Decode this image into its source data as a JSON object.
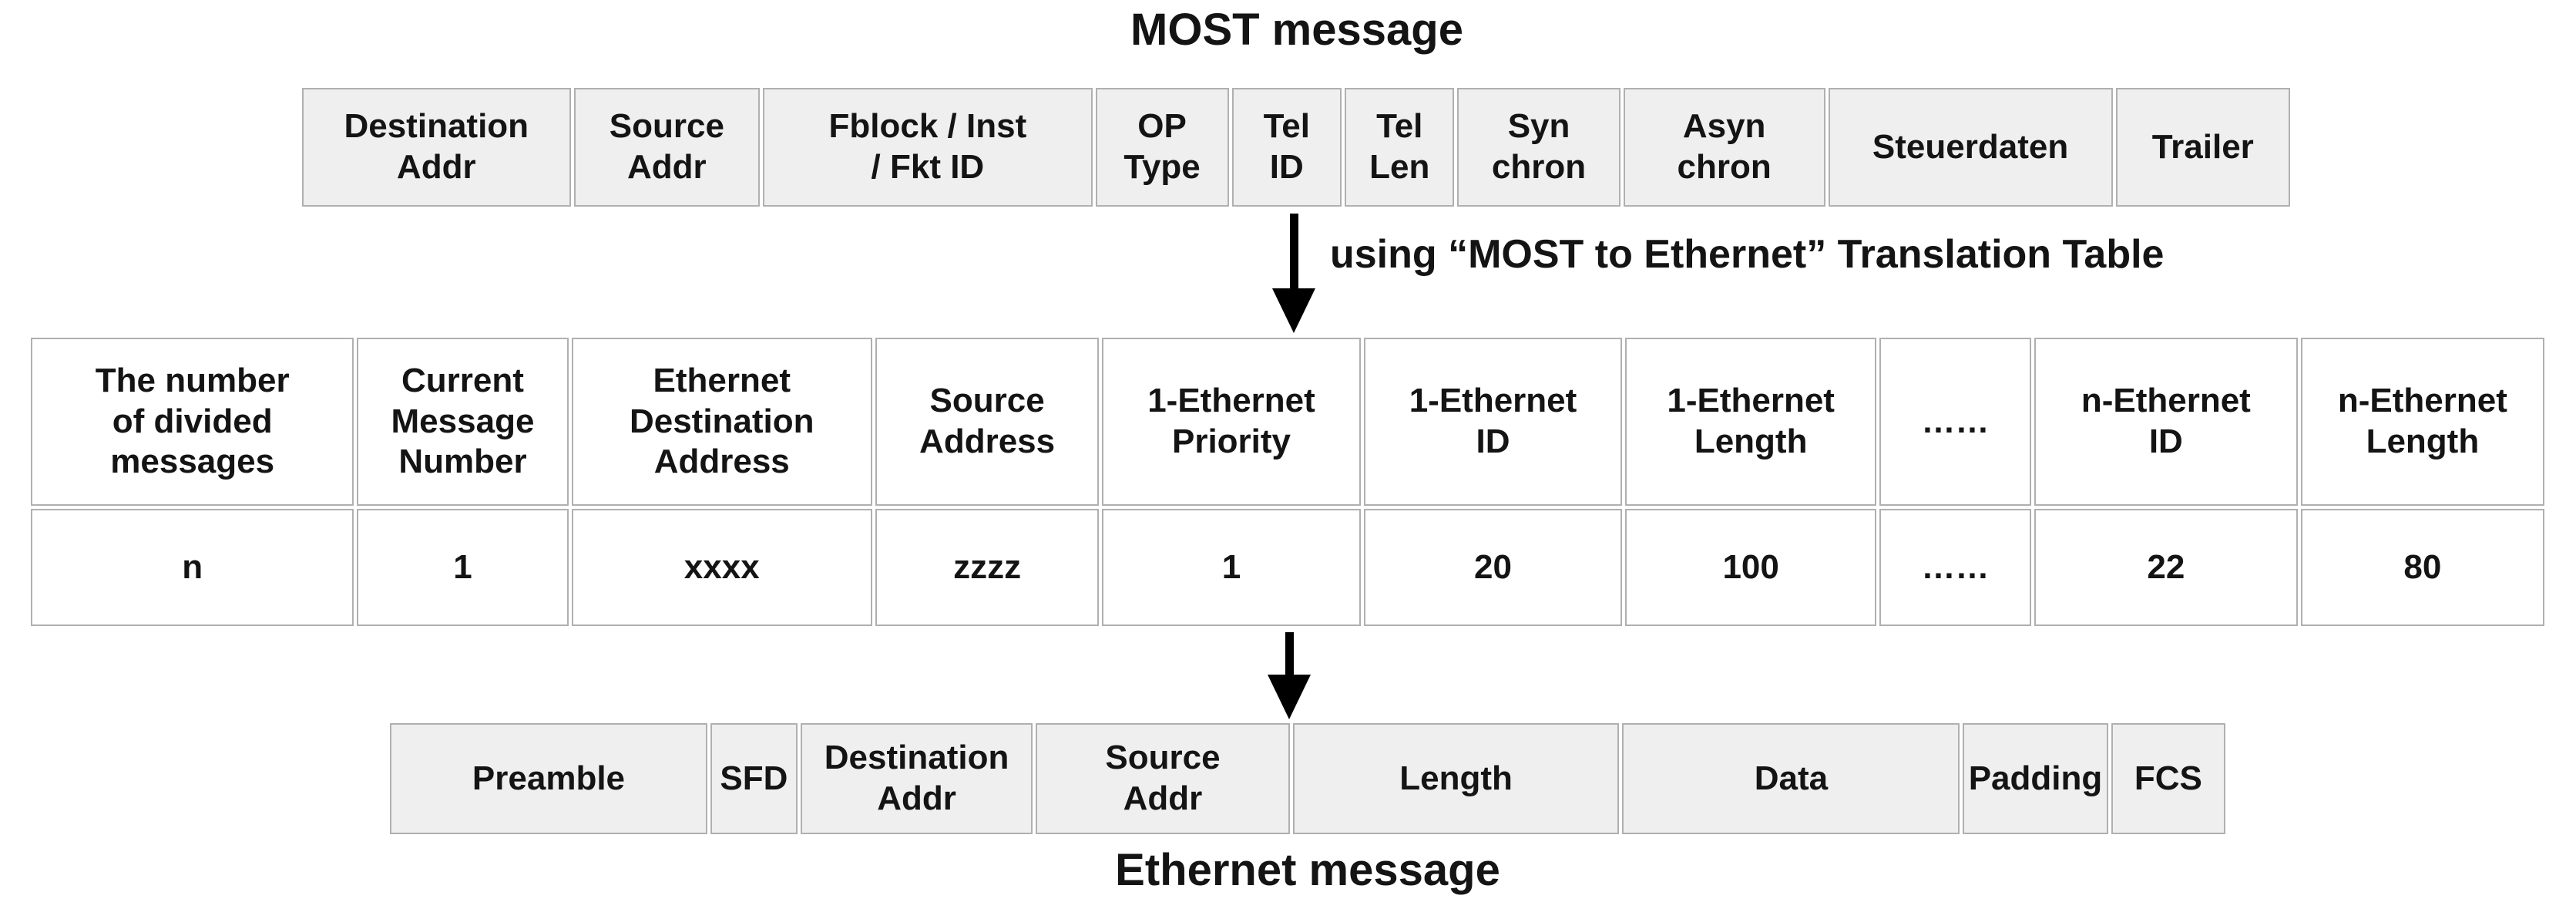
{
  "colors": {
    "cell_bg_gray": "#efefef",
    "cell_bg_white": "#ffffff",
    "cell_border": "#b0b0b0",
    "text": "#141414",
    "arrow": "#000000"
  },
  "most_message": {
    "title": "MOST message",
    "fields": [
      "Destination\nAddr",
      "Source\nAddr",
      "Fblock / Inst\n/ Fkt ID",
      "OP\nType",
      "Tel\nID",
      "Tel\nLen",
      "Syn\nchron",
      "Asyn\nchron",
      "Steuerdaten",
      "Trailer"
    ]
  },
  "translation": {
    "arrow_label": "using “MOST to Ethernet” Translation Table"
  },
  "divided_message_table": {
    "headers": [
      "The number\nof divided\nmessages",
      "Current\nMessage\nNumber",
      "Ethernet\nDestination\nAddress",
      "Source\nAddress",
      "1-Ethernet\nPriority",
      "1-Ethernet\nID",
      "1-Ethernet\nLength",
      "……",
      "n-Ethernet\nID",
      "n-Ethernet\nLength"
    ],
    "values": [
      "n",
      "1",
      "xxxx",
      "zzzz",
      "1",
      "20",
      "100",
      "……",
      "22",
      "80"
    ]
  },
  "ethernet_message": {
    "title": "Ethernet message",
    "fields": [
      "Preamble",
      "SFD",
      "Destination\nAddr",
      "Source\nAddr",
      "Length",
      "Data",
      "Padding",
      "FCS"
    ]
  }
}
